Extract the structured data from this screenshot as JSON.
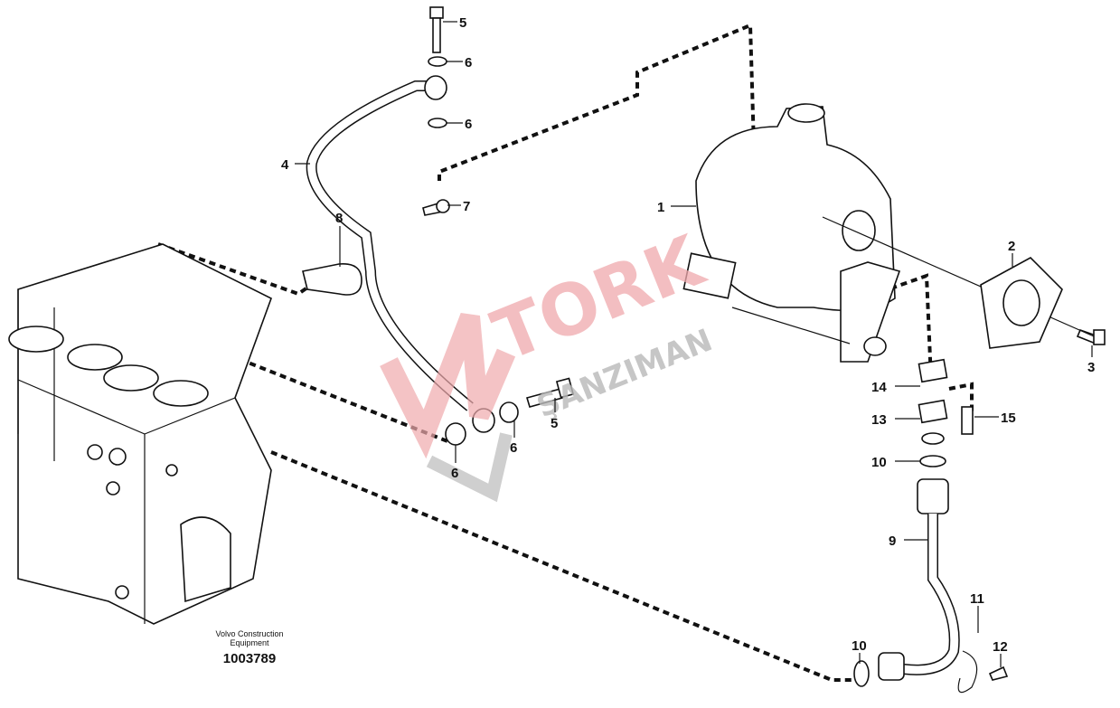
{
  "diagram": {
    "caption_line1": "Volvo Construction",
    "caption_line2": "Equipment",
    "part_number": "1003789",
    "watermark": {
      "brand": "TORK",
      "sub": "ŞANZIMAN"
    },
    "callouts": [
      {
        "id": "5",
        "text": "5"
      },
      {
        "id": "6a",
        "text": "6"
      },
      {
        "id": "6b",
        "text": "6"
      },
      {
        "id": "4",
        "text": "4"
      },
      {
        "id": "8",
        "text": "8"
      },
      {
        "id": "7",
        "text": "7"
      },
      {
        "id": "1",
        "text": "1"
      },
      {
        "id": "2",
        "text": "2"
      },
      {
        "id": "3",
        "text": "3"
      },
      {
        "id": "14",
        "text": "14"
      },
      {
        "id": "13",
        "text": "13"
      },
      {
        "id": "15",
        "text": "15"
      },
      {
        "id": "10a",
        "text": "10"
      },
      {
        "id": "6c",
        "text": "6"
      },
      {
        "id": "6d",
        "text": "6"
      },
      {
        "id": "5b",
        "text": "5"
      },
      {
        "id": "9",
        "text": "9"
      },
      {
        "id": "11",
        "text": "11"
      },
      {
        "id": "10b",
        "text": "10"
      },
      {
        "id": "12",
        "text": "12"
      }
    ]
  }
}
